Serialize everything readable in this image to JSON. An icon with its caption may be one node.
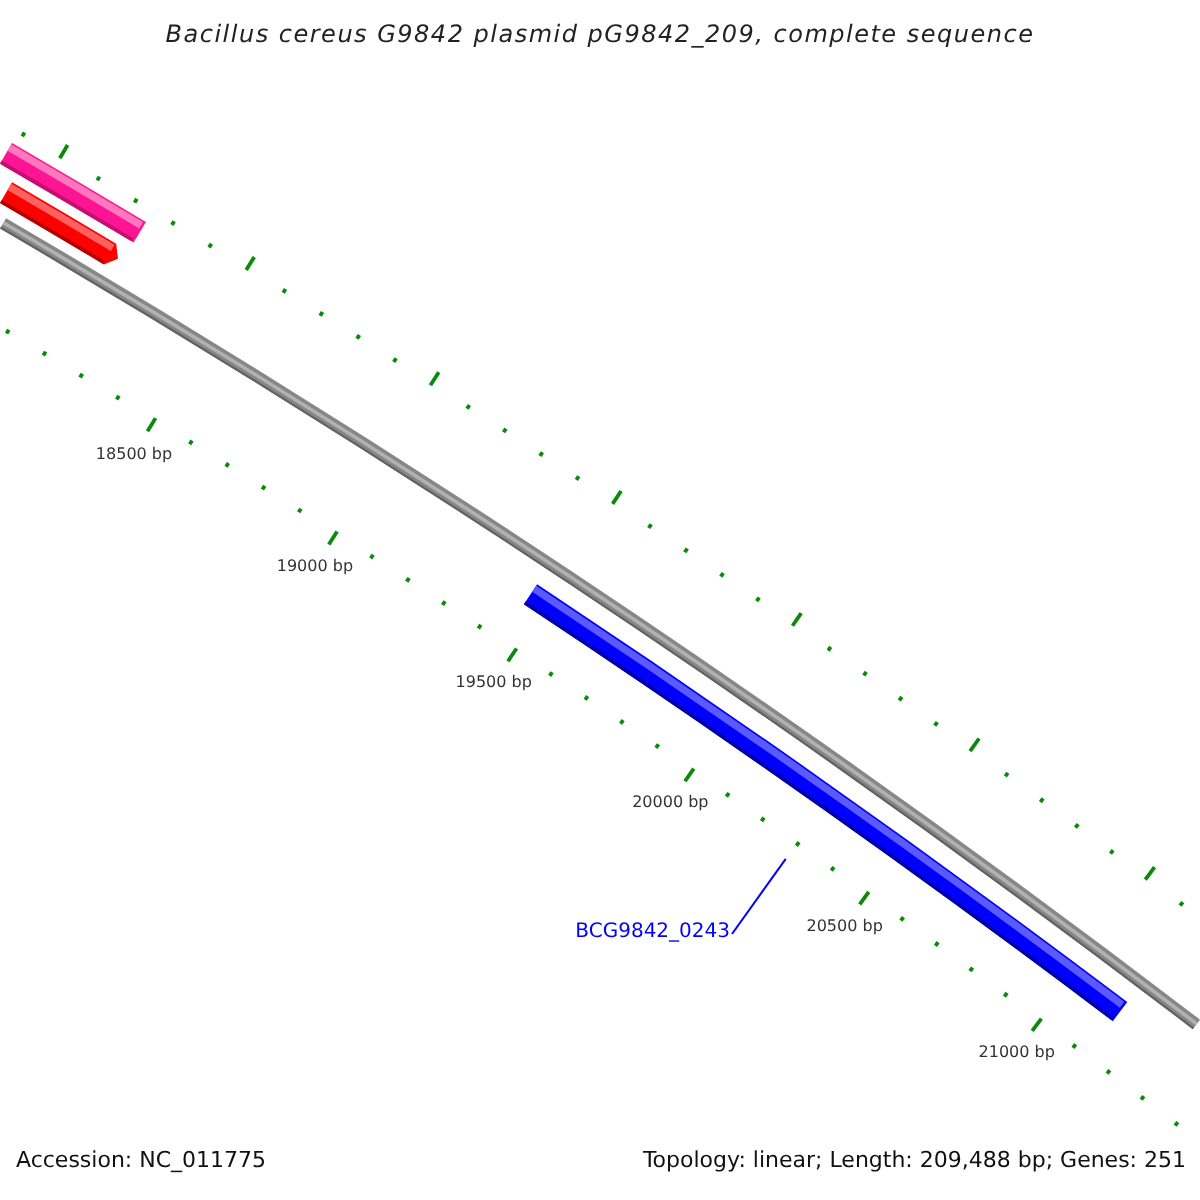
{
  "diagram": {
    "title": "Bacillus cereus G9842 plasmid pG9842_209, complete sequence",
    "nodes": [
      {
        "text": [],
        "shape": "bar"
      },
      {
        "text": [],
        "shape": "bar"
      },
      {
        "text": [],
        "shape": "bar"
      },
      {
        "text": [
          "BCG9842_0243"
        ]
      }
    ],
    "edges": [
      {
        "from": 3,
        "to": 2,
        "arrow": "none"
      }
    ],
    "labels": [
      "18500 bp",
      "19000 bp",
      "19500 bp",
      "20000 bp",
      "20500 bp",
      "21000 bp",
      "Accession: NC_011775",
      "Topology: linear; Length: 209,488 bp; Genes: 251"
    ]
  }
}
